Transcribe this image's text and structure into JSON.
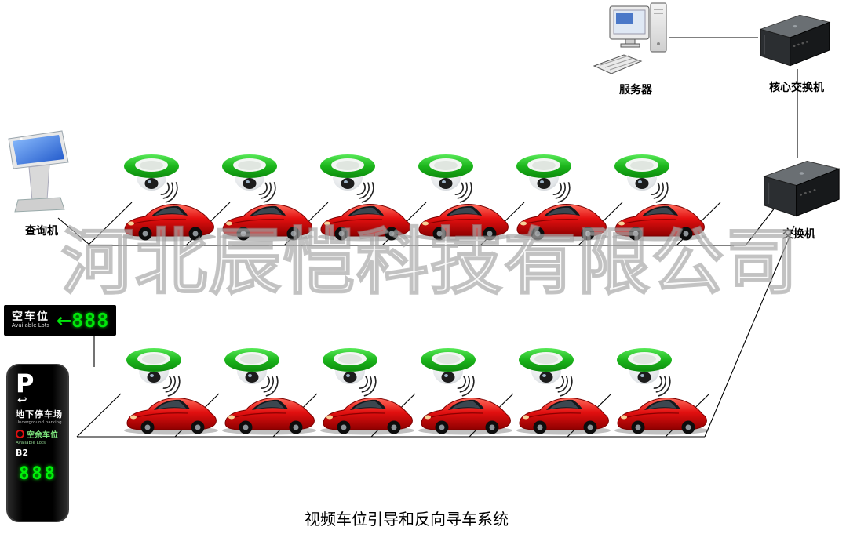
{
  "page": {
    "title": "视频车位引导和反向寻车系统",
    "watermark": "河北辰恺科技有限公司"
  },
  "nodes": {
    "server": {
      "label": "服务器"
    },
    "core_switch": {
      "label": "核心交换机"
    },
    "switch": {
      "label": "交换机"
    },
    "kiosk": {
      "label": "查询机"
    }
  },
  "vacancy_sign": {
    "title": "空车位",
    "subtitle": "Available Lots",
    "arrow": "←",
    "count": "888"
  },
  "pillar": {
    "letter": "P",
    "arrow": "↩",
    "name_cn": "地下停车场",
    "name_en": "Underground parking",
    "slots_cn": "空余车位",
    "slots_en": "Available Lots",
    "level": "B2",
    "count": "888"
  },
  "parking": {
    "rows": 2,
    "spots_per_row": 6,
    "camera_count": 12,
    "car_count": 12
  },
  "colors": {
    "camera_green": "#1fae1f",
    "car_red": "#d40000",
    "led_green": "#00e60a",
    "line_black": "#000000"
  }
}
